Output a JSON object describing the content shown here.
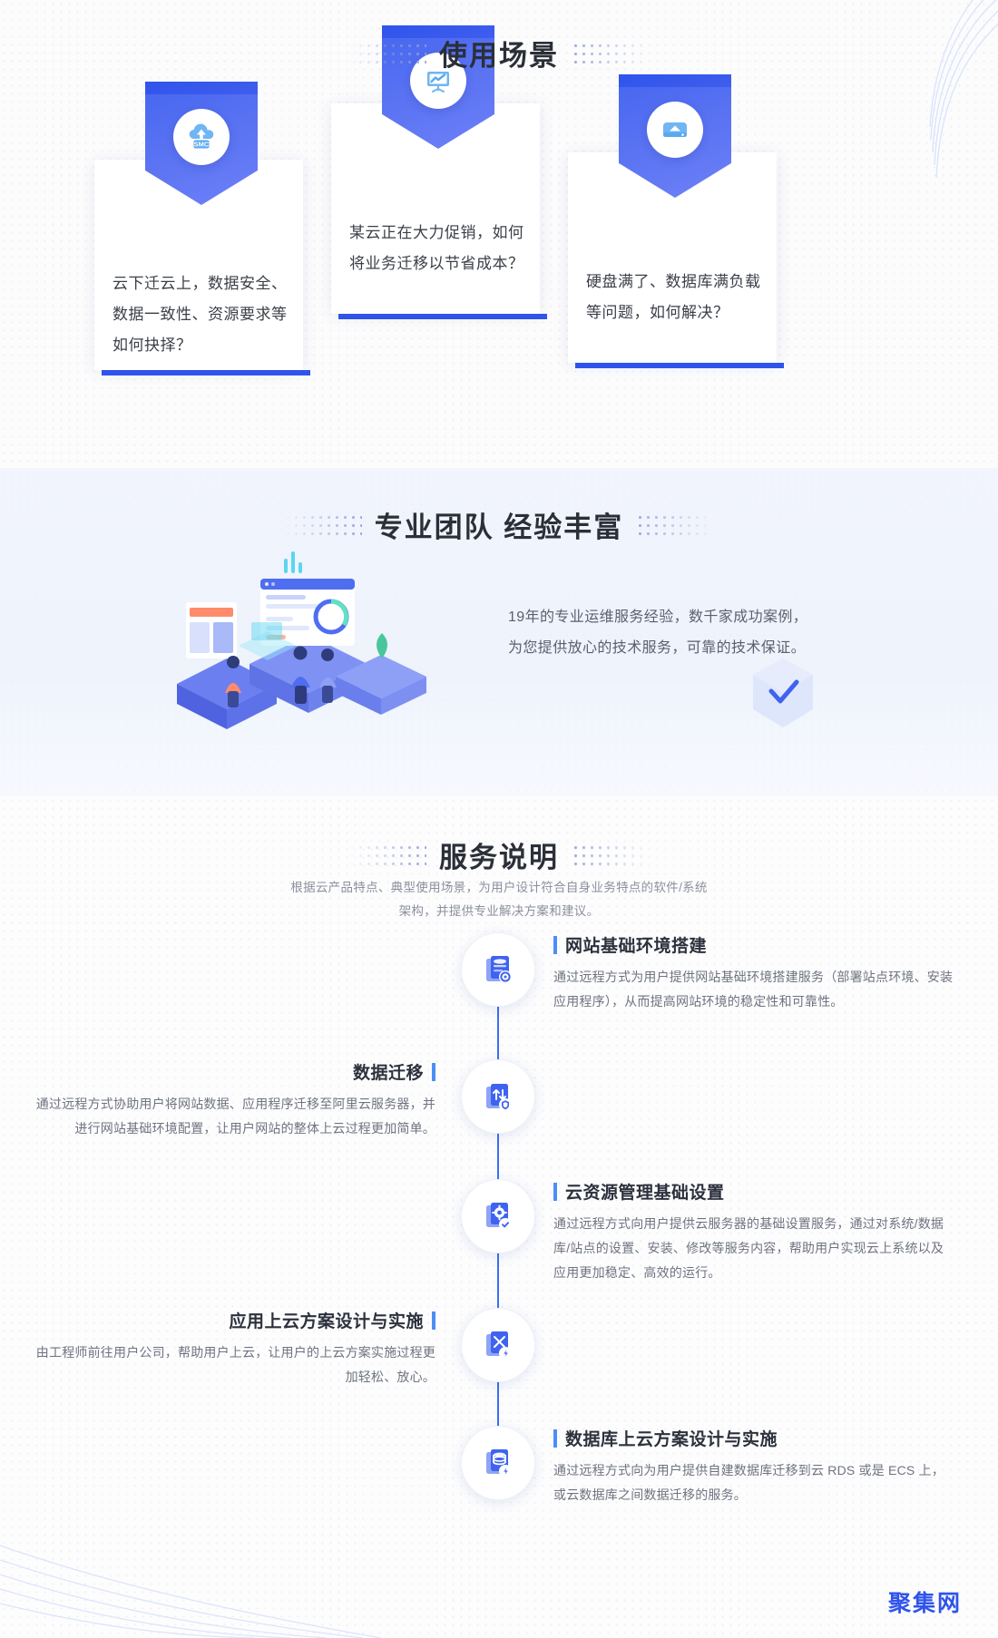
{
  "sections": {
    "scenarios": {
      "title": "使用场景",
      "cards": [
        {
          "icon": "cloud-upload-smc-icon",
          "text": "云下迁云上，数据安全、数据一致性、资源要求等如何抉择？"
        },
        {
          "icon": "presentation-chart-icon",
          "text": "某云正在大力促销，如何将业务迁移以节省成本？"
        },
        {
          "icon": "hard-disk-icon",
          "text": "硬盘满了、数据库满负载等问题，如何解决？"
        }
      ]
    },
    "team": {
      "title": "专业团队  经验丰富",
      "paragraph_line1": "19年的专业运维服务经验，数千家成功案例，",
      "paragraph_line2": "为您提供放心的技术服务，可靠的技术保证。"
    },
    "services": {
      "title": "服务说明",
      "subtitle_line1": "根据云产品特点、典型使用场景，为用户设计符合自身业务特点的软件/系统",
      "subtitle_line2": "架构，并提供专业解决方案和建议。",
      "items": [
        {
          "side": "right",
          "icon": "database-settings-icon",
          "heading": "网站基础环境搭建",
          "desc": "通过远程方式为用户提供网站基础环境搭建服务（部署站点环境、安装应用程序），从而提高网站环境的稳定性和可靠性。"
        },
        {
          "side": "left",
          "icon": "data-transfer-icon",
          "heading": "数据迁移",
          "desc": "通过远程方式协助用户将网站数据、应用程序迁移至阿里云服务器，并进行网站基础环境配置，让用户网站的整体上云过程更加简单。"
        },
        {
          "side": "right",
          "icon": "gear-approve-icon",
          "heading": "云资源管理基础设置",
          "desc": "通过远程方式向用户提供云服务器的基础设置服务，通过对系统/数据库/站点的设置、安装、修改等服务内容，帮助用户实现云上系统以及应用更加稳定、高效的运行。"
        },
        {
          "side": "left",
          "icon": "app-deploy-icon",
          "heading": "应用上云方案设计与实施",
          "desc": "由工程师前往用户公司，帮助用户上云，让用户的上云方案实施过程更加轻松、放心。"
        },
        {
          "side": "right",
          "icon": "database-cloud-icon",
          "heading": "数据库上云方案设计与实施",
          "desc": "通过远程方式向为用户提供自建数据库迁移到云 RDS 或是 ECS 上，或云数据库之间数据迁移的服务。"
        }
      ]
    }
  },
  "footer": {
    "brand": "聚集网"
  },
  "colors": {
    "primary": "#2f54eb",
    "accent": "#4d8df6",
    "title_text": "#2b2f38",
    "body_text": "#6e737f",
    "section2_bg": "#eef3fc"
  }
}
